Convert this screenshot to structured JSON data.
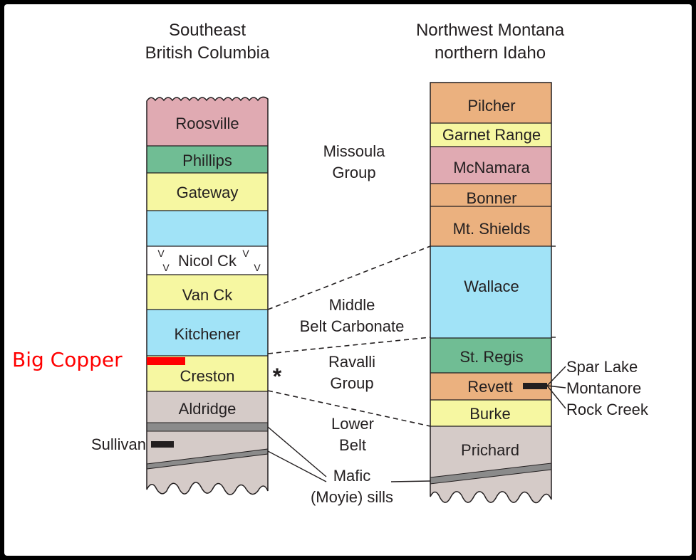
{
  "left_column": {
    "title_line1": "Southeast",
    "title_line2": "British Columbia",
    "units": {
      "roosville": "Roosville",
      "phillips": "Phillips",
      "gateway": "Gateway",
      "nicol": "Nicol Ck",
      "van": "Van Ck",
      "kitchener": "Kitchener",
      "creston": "Creston",
      "aldridge": "Aldridge"
    },
    "deposit": "Sullivan",
    "volcanic_mark": "V",
    "asterisk": "*"
  },
  "right_column": {
    "title_line1": "Northwest Montana",
    "title_line2": "northern Idaho",
    "units": {
      "pilcher": "Pilcher",
      "garnet": "Garnet Range",
      "mcnamara": "McNamara",
      "bonner": "Bonner",
      "shields": "Mt. Shields",
      "wallace": "Wallace",
      "regis": "St. Regis",
      "revett": "Revett",
      "burke": "Burke",
      "prichard": "Prichard"
    },
    "deposits": [
      "Spar Lake",
      "Montanore",
      "Rock Creek"
    ]
  },
  "groups": {
    "missoula": [
      "Missoula",
      "Group"
    ],
    "middle_belt": [
      "Middle",
      "Belt Carbonate"
    ],
    "ravalli": [
      "Ravalli",
      "Group"
    ],
    "lower_belt": [
      "Lower",
      "Belt"
    ],
    "mafic": [
      "Mafic",
      "(Moyie) sills"
    ]
  },
  "highlight": {
    "label": "Big Copper",
    "color": "#ff0000"
  },
  "colors": {
    "pink": "#e0aab2",
    "green": "#70bd94",
    "yellow": "#f6f7a1",
    "blue": "#a1e3f7",
    "orange": "#ebb17f",
    "gray": "#d5cbc8",
    "sill": "#8b8b8b"
  }
}
